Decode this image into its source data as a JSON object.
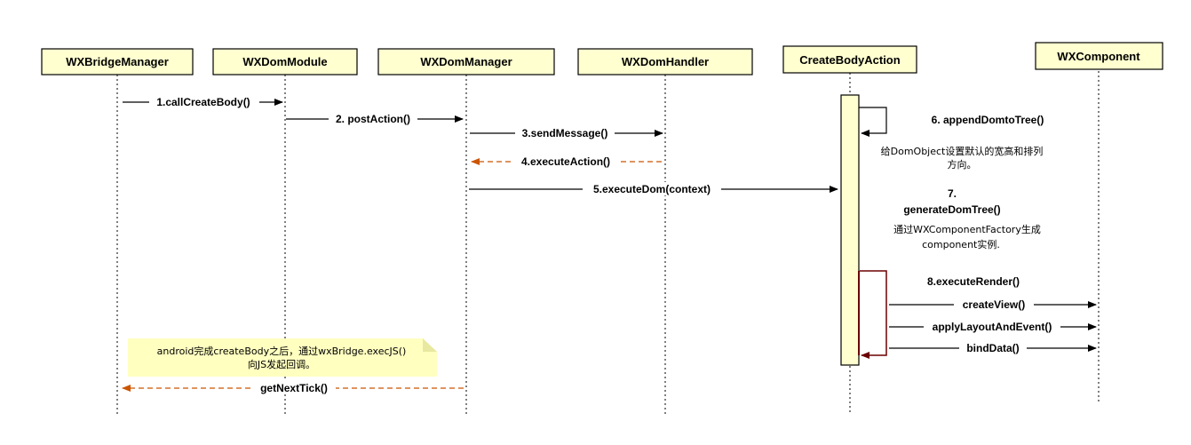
{
  "participants": [
    {
      "id": "bridge",
      "label": "WXBridgeManager"
    },
    {
      "id": "dommodule",
      "label": "WXDomModule"
    },
    {
      "id": "dommanager",
      "label": "WXDomManager"
    },
    {
      "id": "domhandler",
      "label": "WXDomHandler"
    },
    {
      "id": "createbody",
      "label": "CreateBodyAction"
    },
    {
      "id": "component",
      "label": "WXComponent"
    }
  ],
  "messages": [
    {
      "id": "m1",
      "label": "1.callCreateBody()",
      "from": "bridge",
      "to": "dommodule",
      "kind": "call"
    },
    {
      "id": "m2",
      "label": "2. postAction()",
      "from": "dommodule",
      "to": "dommanager",
      "kind": "call"
    },
    {
      "id": "m3",
      "label": "3.sendMessage()",
      "from": "dommanager",
      "to": "domhandler",
      "kind": "call"
    },
    {
      "id": "m4",
      "label": "4.executeAction()",
      "from": "domhandler",
      "to": "dommanager",
      "kind": "return"
    },
    {
      "id": "m5",
      "label": "5.executeDom(context)",
      "from": "dommanager",
      "to": "createbody",
      "kind": "call"
    },
    {
      "id": "m9",
      "label": "createView()",
      "from": "createbody",
      "to": "component",
      "kind": "call"
    },
    {
      "id": "m10",
      "label": "applyLayoutAndEvent()",
      "from": "createbody",
      "to": "component",
      "kind": "call"
    },
    {
      "id": "m11",
      "label": "bindData()",
      "from": "createbody",
      "to": "component",
      "kind": "call"
    },
    {
      "id": "m12",
      "label": "getNextTick()",
      "from": "dommanager",
      "to": "bridge",
      "kind": "return"
    }
  ],
  "steps": {
    "s6": {
      "title": "6. appendDomtoTree()",
      "desc": [
        "给DomObject设置默认的宽高和排列",
        "方向。"
      ]
    },
    "s7": {
      "title": [
        "7.",
        "generateDomTree()"
      ],
      "desc": [
        "通过WXComponentFactory生成",
        "component实例."
      ]
    },
    "s8": {
      "title": "8.executeRender()"
    }
  },
  "note": {
    "lines": [
      "android完成createBody之后，通过wxBridge.execJS()",
      "向JS发起回调。"
    ]
  },
  "colors": {
    "box_fill": "#ffffd0",
    "return_arrow": "#cc5500",
    "render_self_call": "#6b0000",
    "note_fill": "#ffffc0"
  }
}
